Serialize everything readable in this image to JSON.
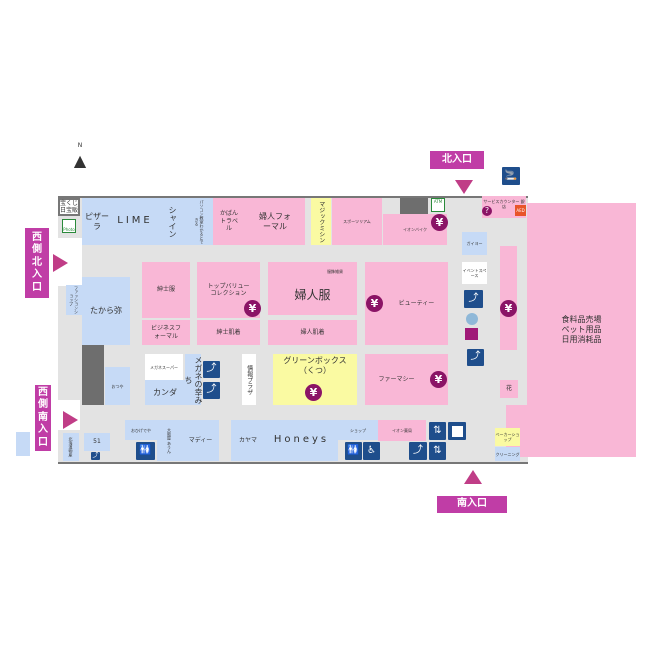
{
  "entrances": {
    "north": "北入口",
    "south": "南入口",
    "west_north": "西側北入口",
    "west_south": "西側南入口"
  },
  "compass": "N",
  "shops": {
    "takarakuji": "宝くじ日宝販",
    "photo": "Photo",
    "pizzala": "ピザーラ",
    "lime": "LIME",
    "shine": "シャイン",
    "pc": "パソコン教室わかるとできる",
    "kaban": "かばんトラベル",
    "fujin_formal": "婦人フォーマル",
    "magic": "マジックミシン",
    "sports": "スポーツリアム",
    "bike": "イオンバイク",
    "atm": "ATM",
    "service": "サービスカウンター 銀店",
    "aed": "AED",
    "food": "食料品売場\nペット用品\n日用消耗品",
    "gaiyo": "ガイヨー",
    "event": "イベントスペース",
    "flower": "花",
    "shinshi": "紳士服",
    "business": "ビジネスフォーマル",
    "topvalu": "トップバリューコレクション",
    "shinshi_hada": "紳士肌着",
    "fujin": "婦人服",
    "fukushoku": "服飾雑貨",
    "fujin_hada": "婦人肌着",
    "beauty": "ビューティー",
    "takaraya": "たから弥",
    "small_left": "ファッションショップ",
    "otsuya": "おつや",
    "megane_sign": "メガネスーパー",
    "kanda": "カンダ",
    "megane": "メガネの幸みち",
    "info": "情報プラザ",
    "greenbox": "グリーンボックス（くつ）",
    "pharmacy": "ファーマシー",
    "ohige": "おひげでや",
    "osakaya": "大阪屋 あうん",
    "mady": "マディー",
    "kayama": "カヤマ",
    "honeys": "Honeys",
    "small_shop": "ショップ",
    "aeon_pharm": "イオン薬局",
    "baker": "ベーカーショップ",
    "cleaning": "クリーニング",
    "s51": "51",
    "kita": "北海道物産"
  },
  "yen": "¥"
}
